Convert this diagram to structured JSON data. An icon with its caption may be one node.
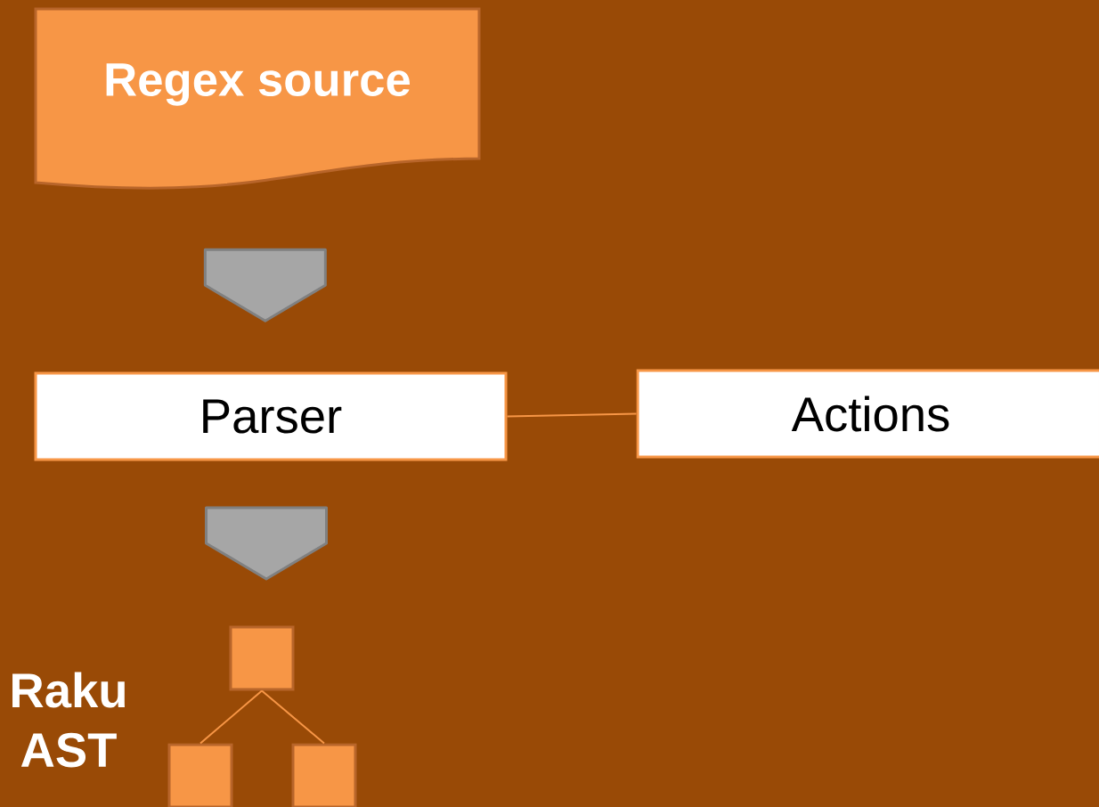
{
  "diagram": {
    "nodes": [
      {
        "text": [
          "Regex source"
        ]
      },
      {
        "text": [
          "Parser"
        ]
      },
      {
        "text": [
          "Actions"
        ]
      },
      {
        "text": [],
        "shape": "box"
      },
      {
        "text": [],
        "shape": "box"
      },
      {
        "text": [],
        "shape": "box"
      }
    ],
    "edges": [
      {
        "from": 0,
        "to": 1,
        "arrow": "to",
        "color": "#a6a6a6"
      },
      {
        "from": 1,
        "to": 2,
        "arrow": "none"
      },
      {
        "from": 1,
        "to": 3,
        "arrow": "to",
        "color": "#a6a6a6"
      },
      {
        "from": 3,
        "to": 4,
        "arrow": "none"
      },
      {
        "from": 3,
        "to": 5,
        "arrow": "none"
      }
    ],
    "labels": [
      "Raku AST"
    ]
  }
}
